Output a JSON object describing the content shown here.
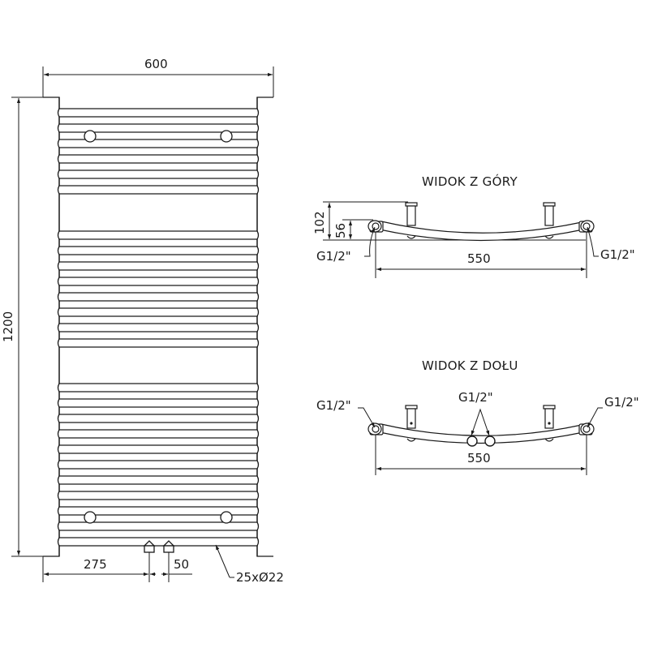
{
  "front_view": {
    "width_label": "600",
    "height_label": "1200",
    "inlet_offset_label": "275",
    "inlet_spacing_label": "50",
    "tubes_label": "25xØ22",
    "tube_groups": [
      6,
      8,
      11
    ],
    "tube_count": 25,
    "tube_diameter_mm": 22,
    "wall_brackets": 4
  },
  "top_view": {
    "title": "WIDOK Z GÓRY",
    "depth_total_label": "102",
    "depth_pipe_label": "56",
    "connector_left_label": "G1/2\"",
    "connector_right_label": "G1/2\"",
    "span_label": "550"
  },
  "bottom_view": {
    "title": "WIDOK Z DOŁU",
    "connector_left_label": "G1/2\"",
    "connector_center_label": "G1/2\"",
    "connector_right_label": "G1/2\"",
    "span_label": "550"
  },
  "colors": {
    "line": "#1a1a1a",
    "background": "#ffffff"
  }
}
